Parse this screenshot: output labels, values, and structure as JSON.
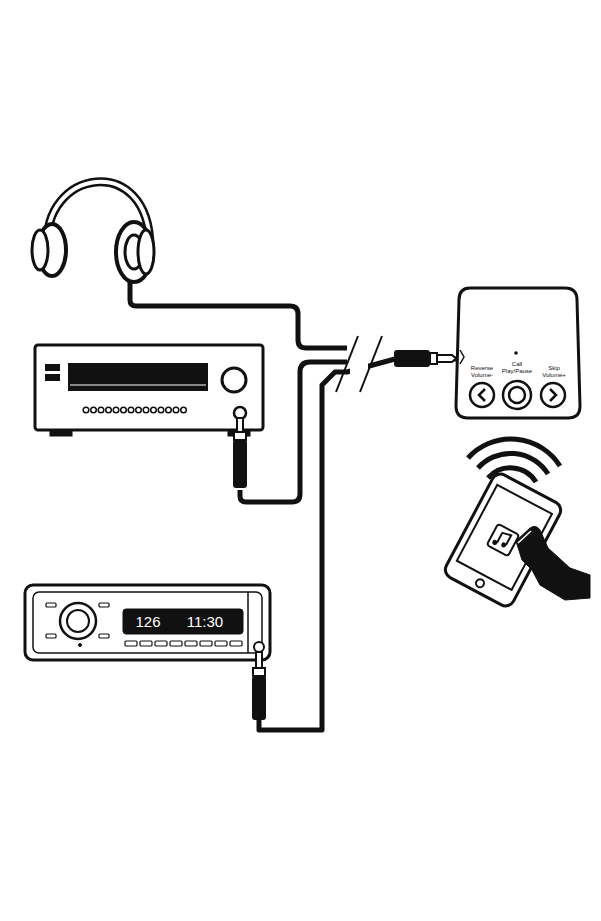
{
  "diagram": {
    "nodes": [
      {
        "text": [
          "Reverse Volume-",
          "Call Play/Pause",
          "Skip Volume+"
        ]
      },
      {
        "text": [
          "126",
          "11:30"
        ]
      }
    ],
    "edges": [
      {
        "from": 1,
        "to": 0,
        "arrow": "none"
      }
    ]
  }
}
